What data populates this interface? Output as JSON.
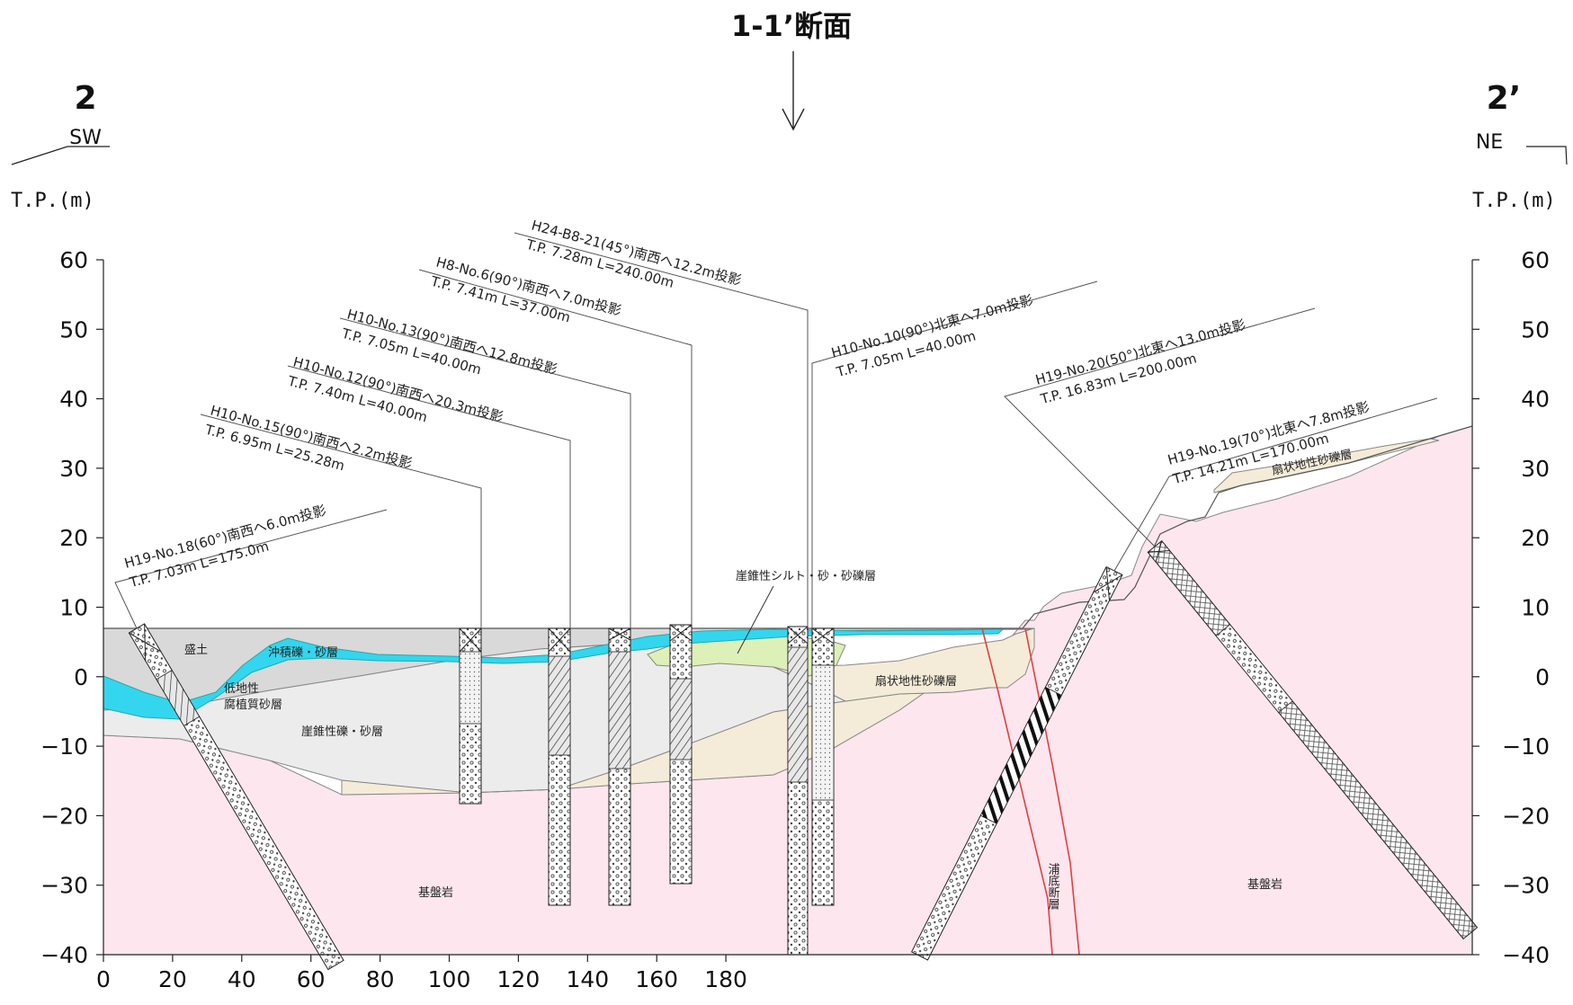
{
  "section_title": "1-1’断面",
  "endpoints": {
    "left": {
      "label": "2",
      "dir": "SW",
      "axis_title": "T.P.(m)"
    },
    "right": {
      "label": "2’",
      "dir": "NE",
      "axis_title": "T.P.(m)"
    }
  },
  "x_ticks": [
    "0",
    "20",
    "40",
    "60",
    "80",
    "100",
    "120",
    "140",
    "160",
    "180"
  ],
  "y_ticks": [
    "60",
    "50",
    "40",
    "30",
    "20",
    "10",
    "0",
    "−10",
    "−20",
    "−30",
    "−40"
  ],
  "layers": {
    "fill": "盛土",
    "alluvial": "沖積礫・砂層",
    "humic_1": "低地性",
    "humic_2": "腐植質砂層",
    "talus_gravel": "崖錐性礫・砂層",
    "talus_silt": "崖錐性シルト・砂・砂礫層",
    "fan_left": "扇状地性砂礫層",
    "fan_right": "扇状地性砂礫層",
    "bedrock_left": "基盤岩",
    "bedrock_right": "基盤岩",
    "fault": "浦底断層"
  },
  "boreholes": [
    {
      "l1": "H19-No.18(60°)南西へ6.0m投影",
      "l2": "T.P. 7.03m L=175.0m"
    },
    {
      "l1": "H10-No.15(90°)南西へ2.2m投影",
      "l2": "T.P. 6.95m L=25.28m"
    },
    {
      "l1": "H10-No.12(90°)南西へ20.3m投影",
      "l2": "T.P. 7.40m L=40.00m"
    },
    {
      "l1": "H10-No.13(90°)南西へ12.8m投影",
      "l2": "T.P. 7.05m L=40.00m"
    },
    {
      "l1": "H8-No.6(90°)南西へ7.0m投影",
      "l2": "T.P. 7.41m L=37.00m"
    },
    {
      "l1": "H24-B8-21(45°)南西へ12.2m投影",
      "l2": "T.P. 7.28m L=240.00m"
    },
    {
      "l1": "H10-No.10(90°)北東へ7.0m投影",
      "l2": "T.P. 7.05m L=40.00m"
    },
    {
      "l1": "H19-No.20(50°)北東へ13.0m投影",
      "l2": "T.P. 16.83m L=200.00m"
    },
    {
      "l1": "H19-No.19(70°)北東へ7.8m投影",
      "l2": "T.P. 14.21m L=170.00m"
    }
  ],
  "colors": {
    "bedrock": "#fde6ee",
    "fill": "#d9d9d9",
    "talus_gravel": "#ececec",
    "alluvial": "#33d6ee",
    "talus_silt": "#ddf0b8",
    "fan": "#f4ecd8",
    "fault_line": "#e04040"
  }
}
